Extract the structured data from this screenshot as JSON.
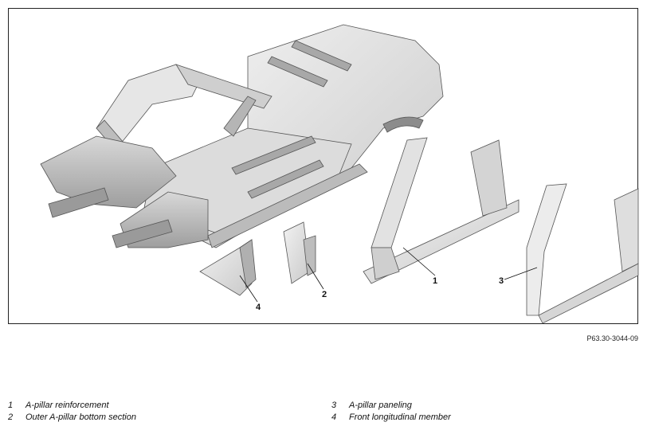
{
  "figure": {
    "reference_code": "P63.30-3044-09",
    "callouts": [
      {
        "number": "1"
      },
      {
        "number": "2"
      },
      {
        "number": "3"
      },
      {
        "number": "4"
      }
    ]
  },
  "legend": [
    {
      "number": "1",
      "text": "A-pillar reinforcement"
    },
    {
      "number": "2",
      "text": "Outer A-pillar bottom section"
    },
    {
      "number": "3",
      "text": "A-pillar paneling"
    },
    {
      "number": "4",
      "text": "Front longitudinal member"
    }
  ]
}
